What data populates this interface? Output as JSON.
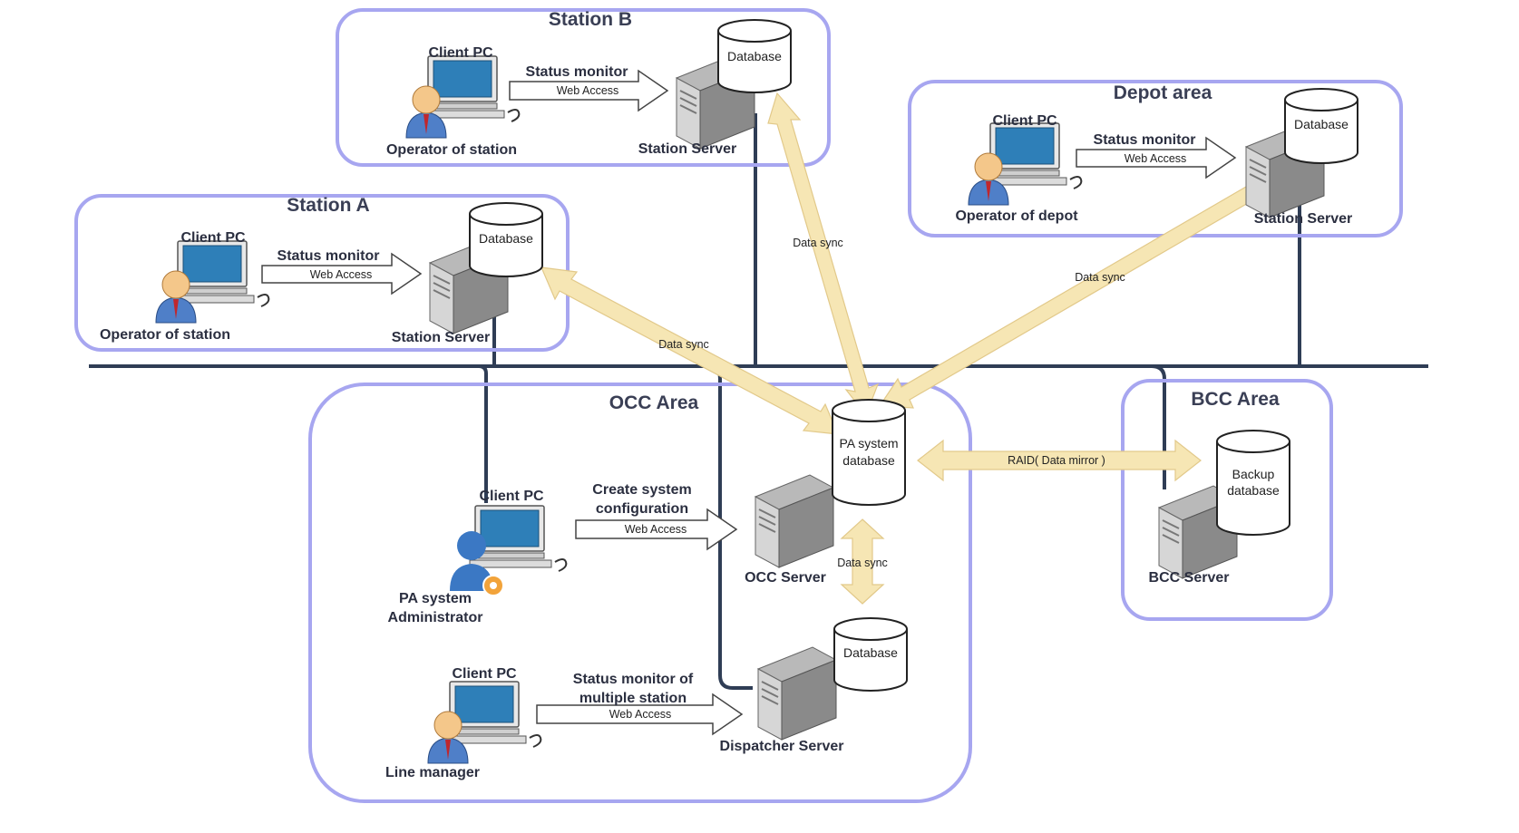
{
  "regions": {
    "station_b": {
      "title": "Station B"
    },
    "depot": {
      "title": "Depot area"
    },
    "station_a": {
      "title": "Station A"
    },
    "occ": {
      "title": "OCC Area"
    },
    "bcc": {
      "title": "BCC Area"
    }
  },
  "labels": {
    "client_pc": "Client PC",
    "status_monitor": "Status monitor",
    "web_access": "Web Access",
    "database": "Database",
    "station_server": "Station Server",
    "operator_of_station": "Operator of station",
    "operator_of_depot": "Operator of depot",
    "data_sync": "Data sync",
    "pa_db_line1": "PA system",
    "pa_db_line2": "database",
    "raid": "RAID( Data mirror )",
    "backup_line1": "Backup",
    "backup_line2": "database",
    "bcc_server": "BCC Server",
    "occ_server": "OCC Server",
    "dispatcher_server": "Dispatcher Server",
    "create_line1": "Create system",
    "create_line2": "configuration",
    "pa_admin_line1": "PA system",
    "pa_admin_line2": "Administrator",
    "multi_line1": "Status monitor of",
    "multi_line2": "multiple station",
    "line_manager": "Line manager"
  },
  "icons": [
    "computer-icon",
    "operator-person-icon",
    "admin-person-icon",
    "server-tower-icon",
    "database-cylinder-icon",
    "web-access-arrow-icon",
    "data-sync-arrow-icon"
  ],
  "colors": {
    "region_border": "#a7a6f0",
    "network_line": "#2f3d55",
    "sync_arrow": "#f6e6b4",
    "monitor": "#2e7fb8",
    "server": "#8a8a8a"
  }
}
